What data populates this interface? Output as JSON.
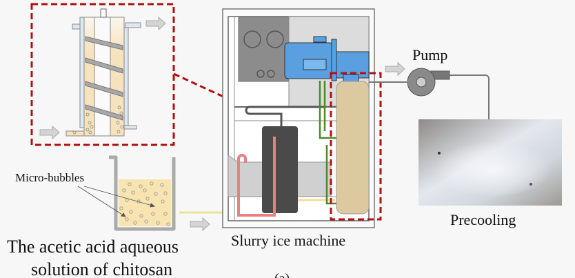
{
  "labels": {
    "micro_bubbles": "Micro-bubbles",
    "solution_line1": "The acetic acid aqueous",
    "solution_line2": "solution of chitosan",
    "machine": "Slurry ice machine",
    "pump": "Pump",
    "precooling": "Precooling",
    "panel": "(a)"
  },
  "colors": {
    "highlight_dash": "#b01010",
    "liquid": "#f8e4b0",
    "motor": "#5aa0e0",
    "compressor": "#4a4a4a",
    "refrigerant_pipe": "#e88080",
    "green_pipe": "#4a8a2a",
    "cylinder": "#dcc9a0"
  }
}
